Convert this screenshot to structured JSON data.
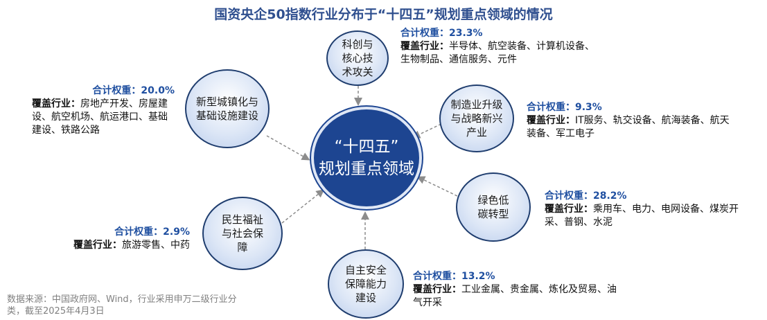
{
  "title": "国资央企50指数行业分布于“十四五”规划重点领域的情况",
  "center": {
    "line1": "“十四五”",
    "line2": "规划重点领域"
  },
  "weight_label": "合计权重：",
  "industry_label": "覆盖行业：",
  "nodes": [
    {
      "name": "科创与核心技术攻关",
      "weight": "23.3%",
      "industries": "半导体、航空装备、计算机设备、生物制品、通信服务、元件"
    },
    {
      "name": "制造业升级与战略新兴产业",
      "weight": "9.3%",
      "industries": "IT服务、轨交设备、航海装备、航天装备、军工电子"
    },
    {
      "name": "绿色低碳转型",
      "weight": "28.2%",
      "industries": "乘用车、电力、电网设备、煤炭开采、普钢、水泥"
    },
    {
      "name": "自主安全保障能力建设",
      "weight": "13.2%",
      "industries": "工业金属、贵金属、炼化及贸易、油气开采"
    },
    {
      "name": "民生福祉与社会保障",
      "weight": "2.9%",
      "industries": "旅游零售、中药"
    },
    {
      "name": "新型城镇化与基础设施建设",
      "weight": "20.0%",
      "industries": "房地产开发、房屋建设、航空机场、航运港口、基础建设、铁路公路"
    }
  ],
  "footer": "数据来源：中国政府网、Wind，行业采用申万二级行业分类，截至2025年4月3日",
  "colors": {
    "center_fill": "#1d4591",
    "bubble_border": "#1f3d6e",
    "weight_text": "#1f4fa0",
    "arrow": "#8c8c8c"
  }
}
